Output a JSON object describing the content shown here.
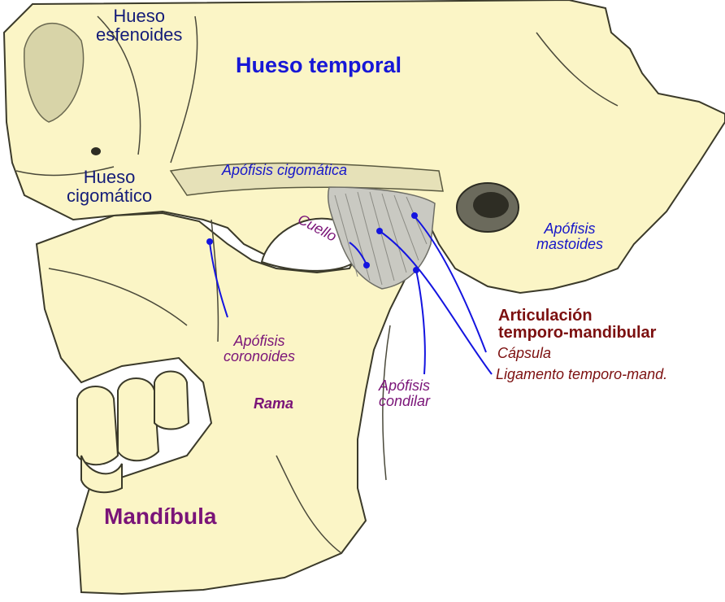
{
  "colors": {
    "bone_fill": "#fbf5c6",
    "bone_outline": "#3b3a2a",
    "shading": "#b9b69a",
    "dark_shading": "#4a493a",
    "ligament": "#c9c9c2",
    "leader_line": "#1414e0",
    "navy_text": "#141c78",
    "blue_text": "#1717d6",
    "purple_text": "#7a1478",
    "maroon_text": "#7c1010"
  },
  "labels": {
    "hueso_esfenoides_1": "Hueso",
    "hueso_esfenoides_2": "esfenoides",
    "hueso_temporal": "Hueso temporal",
    "hueso_cigomatico_1": "Hueso",
    "hueso_cigomatico_2": "cigomático",
    "apofisis_cigomatica": "Apófisis cigomática",
    "cuello": "Cuello",
    "apofisis_mastoides_1": "Apófisis",
    "apofisis_mastoides_2": "mastoides",
    "atm_1": "Articulación",
    "atm_2": "temporo-mandibular",
    "capsula": "Cápsula",
    "ligamento": "Ligamento temporo-mand.",
    "apofisis_coronoides_1": "Apófisis",
    "apofisis_coronoides_2": "coronoides",
    "apofisis_condilar_1": "Apófisis",
    "apofisis_condilar_2": "condilar",
    "rama": "Rama",
    "mandibula": "Mandíbula"
  }
}
